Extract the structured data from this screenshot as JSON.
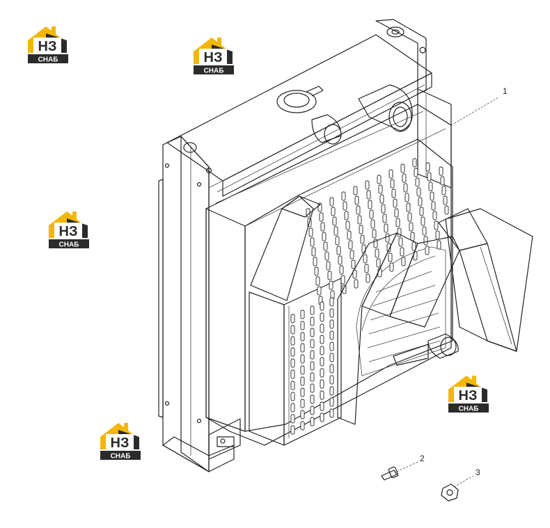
{
  "logo": {
    "letters": "НЗ",
    "caption": "СНАБ",
    "colors": {
      "yellow": "#F2B705",
      "dark": "#2B2B2B",
      "white": "#FFFFFF"
    },
    "icon": "house-logo-icon"
  },
  "callouts": [
    {
      "label": "1",
      "part": "radiator-assembly"
    },
    {
      "label": "2",
      "part": "bolt"
    },
    {
      "label": "3",
      "part": "nut"
    }
  ],
  "colors": {
    "line": "#222222",
    "background": "#FFFFFF"
  }
}
